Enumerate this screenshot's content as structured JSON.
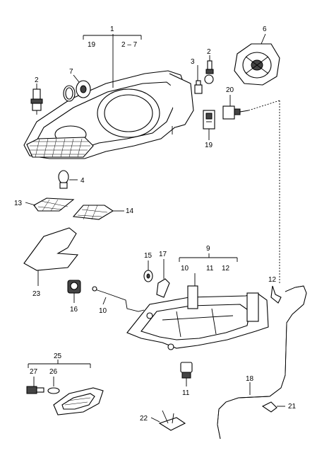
{
  "diagram": {
    "callouts": {
      "c1": "1",
      "c19a": "19",
      "c2_7": "2 – 7",
      "c2a": "2",
      "c2b": "2",
      "c3": "3",
      "c4": "4",
      "c6": "6",
      "c7": "7",
      "c9": "9",
      "c10a": "10",
      "c11a": "11",
      "c12a": "12",
      "c10b": "10",
      "c11b": "11",
      "c12b": "12",
      "c13": "13",
      "c14": "14",
      "c15": "15",
      "c16": "16",
      "c17": "17",
      "c18": "18",
      "c19b": "19",
      "c20": "20",
      "c21": "21",
      "c22": "22",
      "c23": "23",
      "c25": "25",
      "c26": "26",
      "c27": "27"
    }
  }
}
